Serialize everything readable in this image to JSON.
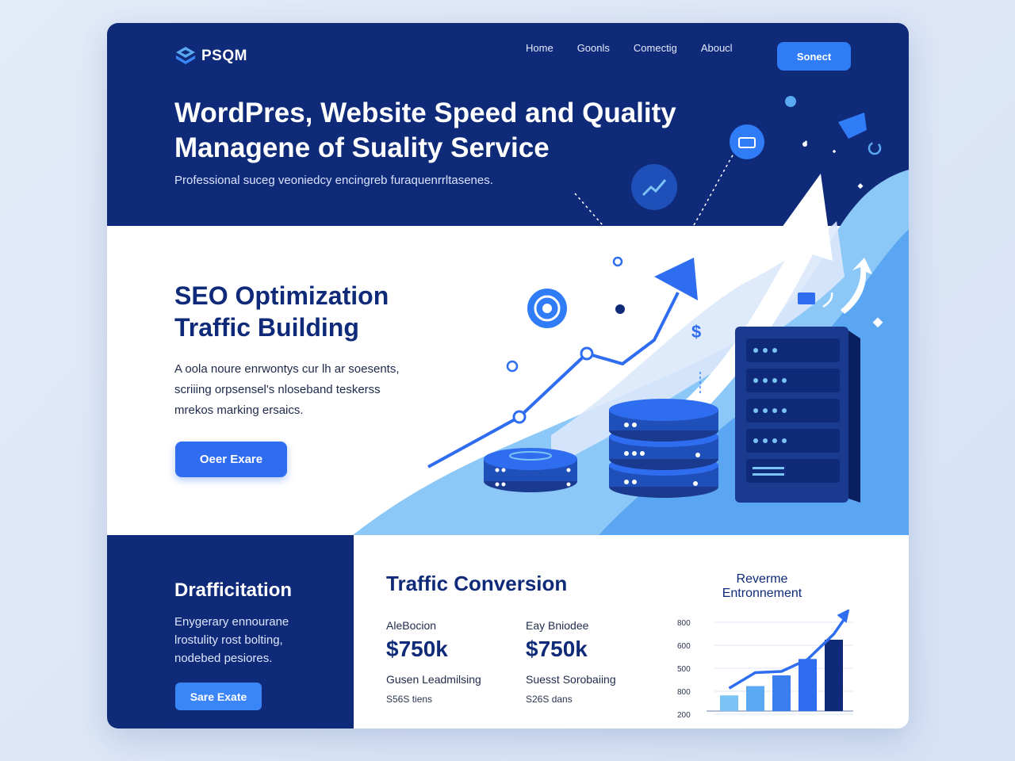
{
  "header": {
    "logo_text": "PSQM",
    "nav": [
      "Home",
      "Goonls",
      "Comectig",
      "Aboucl"
    ],
    "cta_label": "Sonect"
  },
  "hero": {
    "title_line1": "WordPres, Website Speed and Quality",
    "title_line2": "Managene of Suality Service",
    "subtitle": "Professional suceg veoniedcy encingreb furaquenrrltasenes."
  },
  "seo": {
    "title_line1": "SEO Optimization",
    "title_line2": "Traffic Building",
    "desc_lines": [
      "A oola noure enrwontys cur lh ar soesents,",
      "scriiing orpsensel's nloseband teskerss",
      "mrekos marking ersaics."
    ],
    "button_label": "Oeer Exare"
  },
  "left_panel": {
    "title": "Drafficitation",
    "desc_lines": [
      "Enygerary ennourane",
      "lrostulity rost bolting,",
      "nodebed pesiores."
    ],
    "button_label": "Sare Exate"
  },
  "conversion": {
    "title": "Traffic Conversion",
    "stats": [
      {
        "label": "AleBocion",
        "value": "$750k",
        "sub": "Gusen Leadmilsing",
        "note": "S56S tiens"
      },
      {
        "label": "Eay Bniodee",
        "value": "$750k",
        "sub": "Suesst Sorobaiing",
        "note": "S26S dans"
      }
    ]
  },
  "chart_data": {
    "type": "bar",
    "title_line1": "Reverme",
    "title_line2": "Entronnement",
    "y_tick_labels": [
      "800",
      "600",
      "500",
      "800",
      "200"
    ],
    "values": [
      0.22,
      0.35,
      0.5,
      0.73,
      1.0
    ],
    "trend": [
      0.22,
      0.48,
      0.5,
      0.7,
      1.12
    ],
    "colors": [
      "#7cc3f5",
      "#5aa9f2",
      "#3a7ef0",
      "#2f6df0",
      "#0f2a78"
    ]
  },
  "colors": {
    "navy": "#0f2a78",
    "primary_blue": "#2f6df0",
    "accent_blue": "#3a85f7",
    "light_blue": "#7cc3f5"
  }
}
